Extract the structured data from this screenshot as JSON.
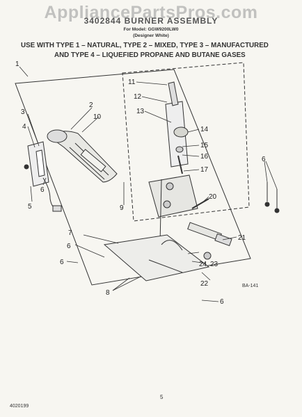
{
  "watermark": "AppliancePartsPros.com",
  "header": {
    "title": "3402844 BURNER ASSEMBLY",
    "model": "For Model: GGW9200LW0",
    "variant": "(Designer White)"
  },
  "note": {
    "line1": "USE WITH TYPE 1 – NATURAL, TYPE 2 – MIXED, TYPE 3 – MANUFACTURED",
    "line2": "AND TYPE 4 – LIQUEFIED PROPANE AND BUTANE GASES"
  },
  "callouts": [
    "1",
    "2",
    "3",
    "4",
    "5",
    "6",
    "6",
    "7",
    "6",
    "8",
    "9",
    "10",
    "11",
    "12",
    "13",
    "14",
    "15",
    "16",
    "17",
    "20",
    "21",
    "22",
    "23",
    "24",
    "6",
    "6"
  ],
  "reference_code": "BA-141",
  "page_number": "5",
  "document_number": "4020199"
}
